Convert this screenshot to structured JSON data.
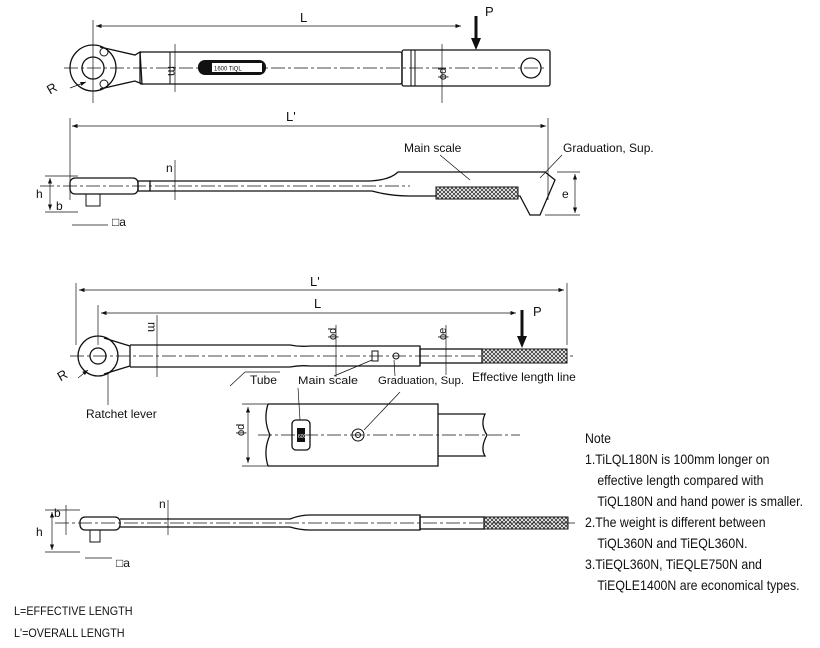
{
  "labels": {
    "L": "L",
    "L_prime": "L'",
    "P": "P",
    "R": "R",
    "m": "m",
    "n": "n",
    "h": "h",
    "b": "b",
    "e": "e",
    "phi_d": "ϕd",
    "phi_e": "ϕe",
    "square_a": "□a",
    "scale_window_text": "1600 TiQL",
    "main_scale": "Main scale",
    "graduation_sup": "Graduation, Sup.",
    "tube": "Tube",
    "ratchet_lever": "Ratchet lever",
    "effective_length_line": "Effective length line",
    "tube_window_text": "600"
  },
  "note": {
    "title": "Note",
    "items": [
      "1.TiLQL180N is 100mm longer on",
      "   effective length compared with",
      "   TiQL180N and hand power is smaller.",
      "2.The weight is different between",
      "   TiQL360N and TiEQL360N.",
      "3.TiEQL360N, TiEQLE750N and",
      "   TiEQLE1400N are economical types."
    ]
  },
  "legend": {
    "effective": "L=EFFECTIVE LENGTH",
    "overall": "L'=OVERALL LENGTH"
  }
}
